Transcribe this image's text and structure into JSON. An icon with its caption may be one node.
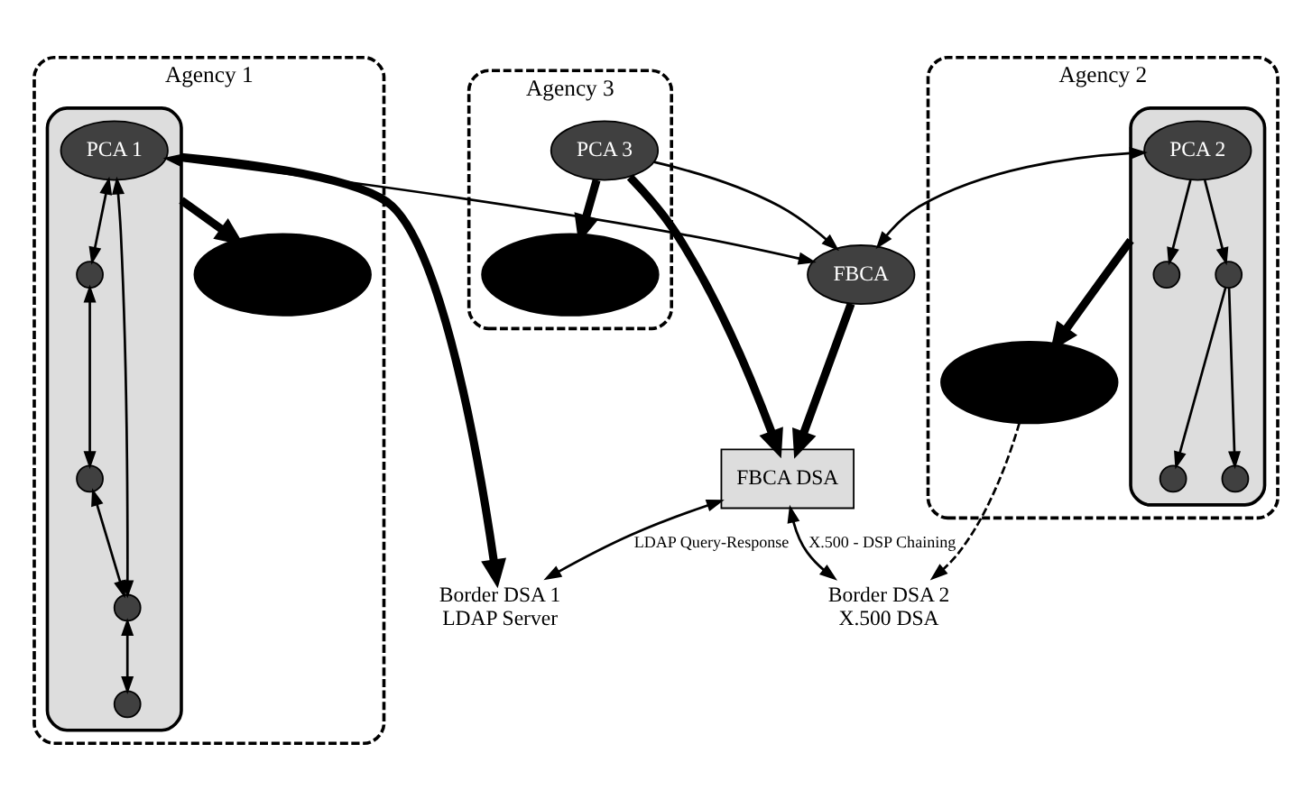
{
  "diagram": {
    "nodes": [
      {
        "text": [
          "Agency 1"
        ]
      },
      {
        "text": [],
        "shape": "ellipse",
        "in": 0
      },
      {
        "text": [
          "PCA 1"
        ],
        "in": 1
      },
      {
        "text": [],
        "shape": "circle",
        "in": 1
      },
      {
        "text": [],
        "shape": "circle",
        "in": 1
      },
      {
        "text": [],
        "shape": "circle",
        "in": 1
      },
      {
        "text": [],
        "shape": "circle",
        "in": 1
      },
      {
        "text": [],
        "shape": "ellipse",
        "in": 0
      },
      {
        "text": [
          "Agency 3"
        ]
      },
      {
        "text": [],
        "shape": "ellipse",
        "in": 8
      },
      {
        "text": [
          "PCA 3"
        ],
        "in": 8
      },
      {
        "text": [
          "FBCA"
        ]
      },
      {
        "text": [
          "FBCA DSA"
        ]
      },
      {
        "text": [
          "Agency 2"
        ]
      },
      {
        "text": [],
        "shape": "ellipse",
        "in": 13
      },
      {
        "text": [
          "PCA 2"
        ],
        "in": 14
      },
      {
        "text": [],
        "shape": "circle",
        "in": 14
      },
      {
        "text": [],
        "shape": "circle",
        "in": 14
      },
      {
        "text": [],
        "shape": "circle",
        "in": 14
      },
      {
        "text": [],
        "shape": "circle",
        "in": 14
      },
      {
        "text": [],
        "shape": "ellipse",
        "in": 13
      },
      {
        "text": [
          "Border DSA 1",
          "LDAP Server"
        ]
      },
      {
        "text": [
          "Border DSA 2",
          "X.500 DSA"
        ]
      }
    ],
    "edges": [
      {
        "from": 2,
        "to": 3,
        "arrow": "both"
      },
      {
        "from": 2,
        "to": 4,
        "arrow": "both"
      },
      {
        "from": 3,
        "to": 5,
        "arrow": "both"
      },
      {
        "from": 5,
        "to": 4,
        "arrow": "both"
      },
      {
        "from": 4,
        "to": 6,
        "arrow": "both"
      },
      {
        "from": 1,
        "to": 7,
        "arrow": "to",
        "style": "thick"
      },
      {
        "from": 1,
        "to": 21,
        "arrow": "to",
        "style": "thick"
      },
      {
        "from": 2,
        "to": 11,
        "arrow": "both"
      },
      {
        "from": 10,
        "to": 9,
        "arrow": "to",
        "style": "thick"
      },
      {
        "from": 10,
        "to": 11,
        "arrow": "to"
      },
      {
        "from": 15,
        "to": 11,
        "arrow": "both"
      },
      {
        "from": 10,
        "to": 12,
        "arrow": "to",
        "style": "thick"
      },
      {
        "from": 11,
        "to": 12,
        "arrow": "to",
        "style": "thick"
      },
      {
        "from": 12,
        "to": 21,
        "arrow": "both",
        "label": "LDAP Query-Response"
      },
      {
        "from": 12,
        "to": 22,
        "arrow": "both",
        "label": "X.500 - DSP Chaining"
      },
      {
        "from": 15,
        "to": 16,
        "arrow": "to"
      },
      {
        "from": 15,
        "to": 17,
        "arrow": "to"
      },
      {
        "from": 17,
        "to": 18,
        "arrow": "to"
      },
      {
        "from": 17,
        "to": 19,
        "arrow": "to"
      },
      {
        "from": 14,
        "to": 20,
        "arrow": "to",
        "style": "thick"
      },
      {
        "from": 20,
        "to": 22,
        "arrow": "to",
        "style": "dashed"
      }
    ]
  }
}
